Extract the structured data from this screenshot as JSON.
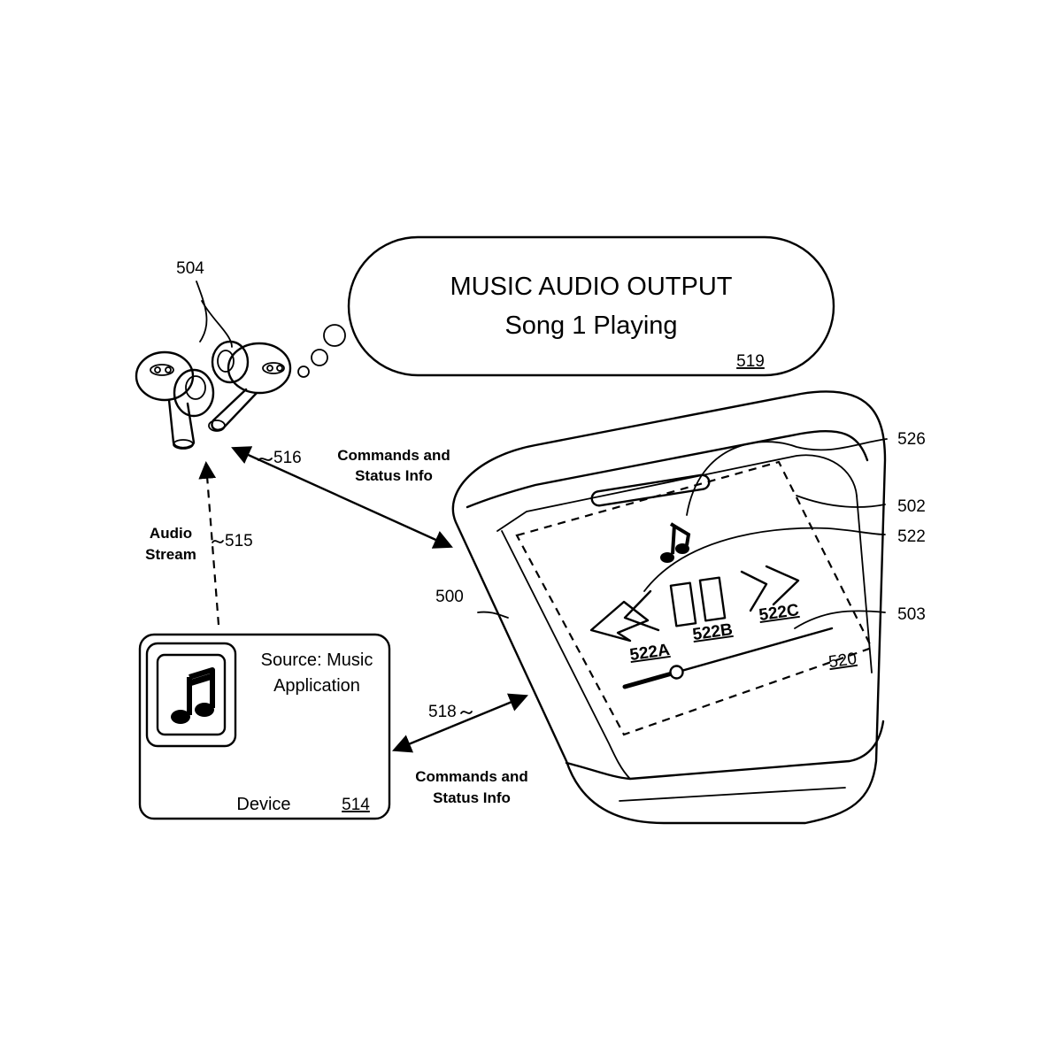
{
  "bubble": {
    "title": "MUSIC AUDIO OUTPUT",
    "subtitle": "Song 1 Playing",
    "ref": "519"
  },
  "earbuds": {
    "ref": "504"
  },
  "device": {
    "source_line1": "Source: Music",
    "source_line2": "Application",
    "label": "Device",
    "ref": "514",
    "app_icon": "music-note-icon"
  },
  "case": {
    "ref_case": "500",
    "ref_502": "502",
    "ref_503": "503",
    "ref_522": "522",
    "ref_526": "526",
    "display_ref": "520",
    "rewind_ref": "522A",
    "pause_ref": "522B",
    "forward_ref": "522C",
    "now_playing_icon": "music-note-icon",
    "scrubber_progress": 0.25
  },
  "links": {
    "earbuds_to_case": {
      "ref": "516",
      "line1": "Commands and",
      "line2": "Status Info"
    },
    "device_to_earbuds": {
      "ref": "515",
      "line1": "Audio",
      "line2": "Stream"
    },
    "device_to_case": {
      "ref": "518",
      "line1": "Commands and",
      "line2": "Status Info"
    }
  }
}
